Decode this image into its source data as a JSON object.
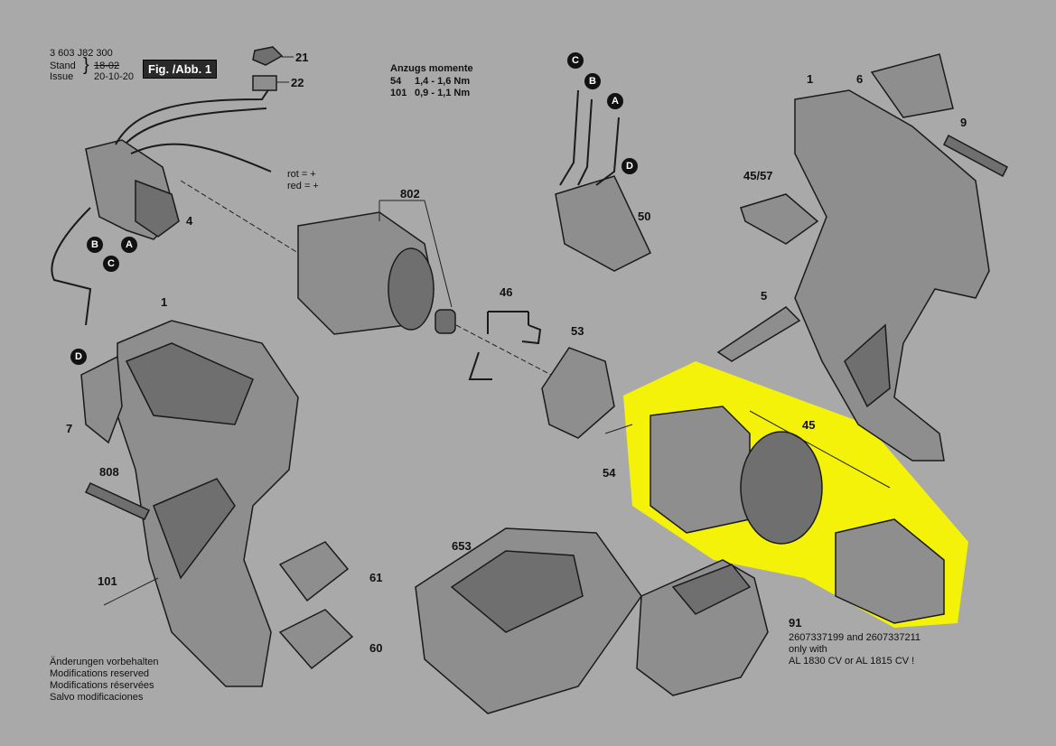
{
  "header": {
    "doc_number": "3 603 J82 300",
    "stand_label": "Stand",
    "issue_label": "Issue",
    "stand_value": "18-02",
    "issue_value": "20-10-20",
    "fig_label": "Fig. /Abb. 1"
  },
  "torque": {
    "title": "Anzugs momente",
    "rows": [
      {
        "part": "54",
        "value": "1,4 - 1,6 Nm"
      },
      {
        "part": "101",
        "value": "0,9 - 1,1 Nm"
      }
    ]
  },
  "wire_colors": [
    "rot = +",
    "red = +"
  ],
  "part_numbers": [
    "21",
    "22",
    "4",
    "802",
    "50",
    "1",
    "6",
    "9",
    "45/57",
    "5",
    "1",
    "7",
    "808",
    "46",
    "53",
    "54",
    "45",
    "101",
    "61",
    "60",
    "653",
    "91"
  ],
  "connectors": [
    "C",
    "B",
    "A",
    "D",
    "B",
    "C",
    "A",
    "D"
  ],
  "battery_note": [
    "2607337199 and 2607337211",
    "only with",
    "AL 1830 CV or AL 1815 CV !"
  ],
  "footer_notes": [
    "Änderungen vorbehalten",
    "Modifications reserved",
    "Modifications réservées",
    "Salvo modificaciones"
  ],
  "colors": {
    "background": "#a9a9a9",
    "highlight": "#f5f20a",
    "ink": "#111111"
  }
}
